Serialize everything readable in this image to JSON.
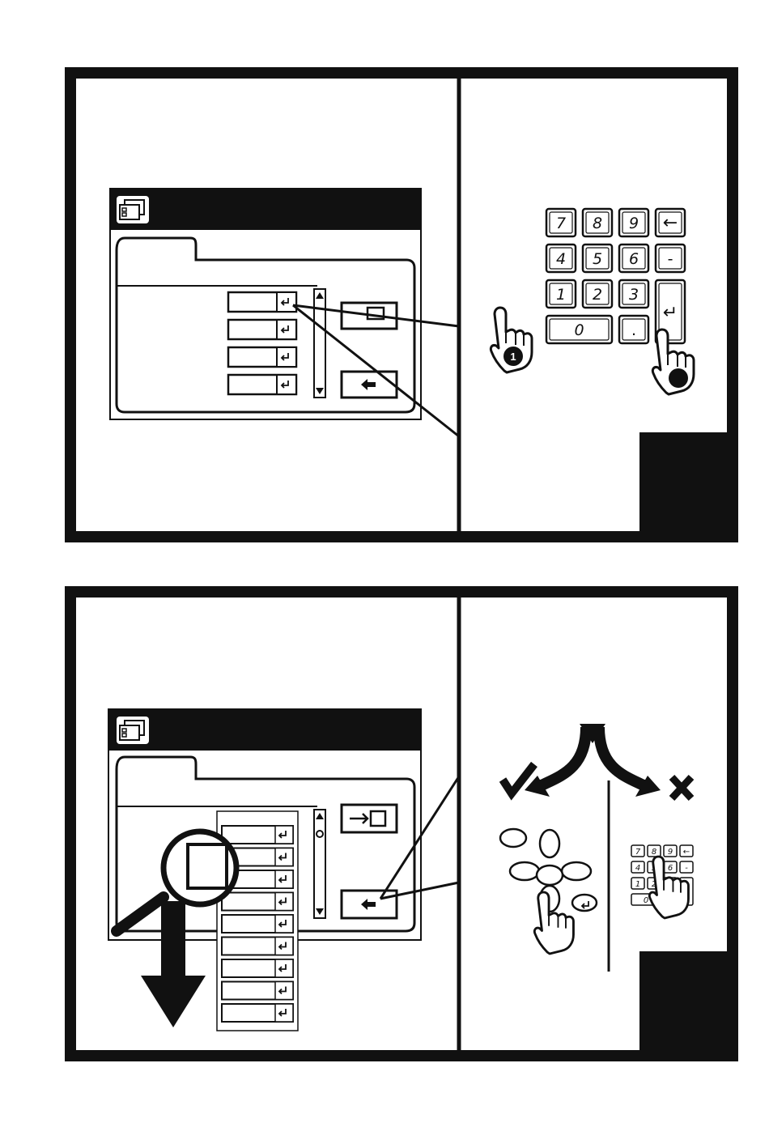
{
  "colors": {
    "ink": "#111111",
    "paper": "#ffffff"
  },
  "panel1": {
    "keypad": {
      "keys": [
        {
          "label": "7",
          "type": "digit"
        },
        {
          "label": "8",
          "type": "digit"
        },
        {
          "label": "9",
          "type": "digit"
        },
        {
          "label": "←",
          "type": "backspace"
        },
        {
          "label": "4",
          "type": "digit"
        },
        {
          "label": "5",
          "type": "digit"
        },
        {
          "label": "6",
          "type": "digit"
        },
        {
          "label": "-",
          "type": "minus"
        },
        {
          "label": "1",
          "type": "digit"
        },
        {
          "label": "2",
          "type": "digit"
        },
        {
          "label": "3",
          "type": "digit"
        },
        {
          "label": "0",
          "type": "digit"
        },
        {
          "label": ".",
          "type": "decimal"
        },
        {
          "label": "↵",
          "type": "enter"
        }
      ]
    },
    "step_badges": [
      "1",
      ""
    ]
  },
  "panel2": {
    "mini_keypad_labels": [
      "7",
      "8",
      "9",
      "←",
      "4",
      "5",
      "6",
      "-",
      "1",
      "2",
      "3",
      "0"
    ]
  },
  "icons": {
    "window": "window-icon",
    "enter": "enter-icon",
    "back": "back-arrow-icon",
    "save": "save-transfer-icon",
    "scroll_up": "scroll-up-icon",
    "scroll_down": "scroll-down-icon",
    "magnifier": "magnifier-icon",
    "down_arrow": "down-arrow-icon",
    "check": "check-icon",
    "cross": "cross-icon",
    "hand": "pointing-hand-icon"
  }
}
